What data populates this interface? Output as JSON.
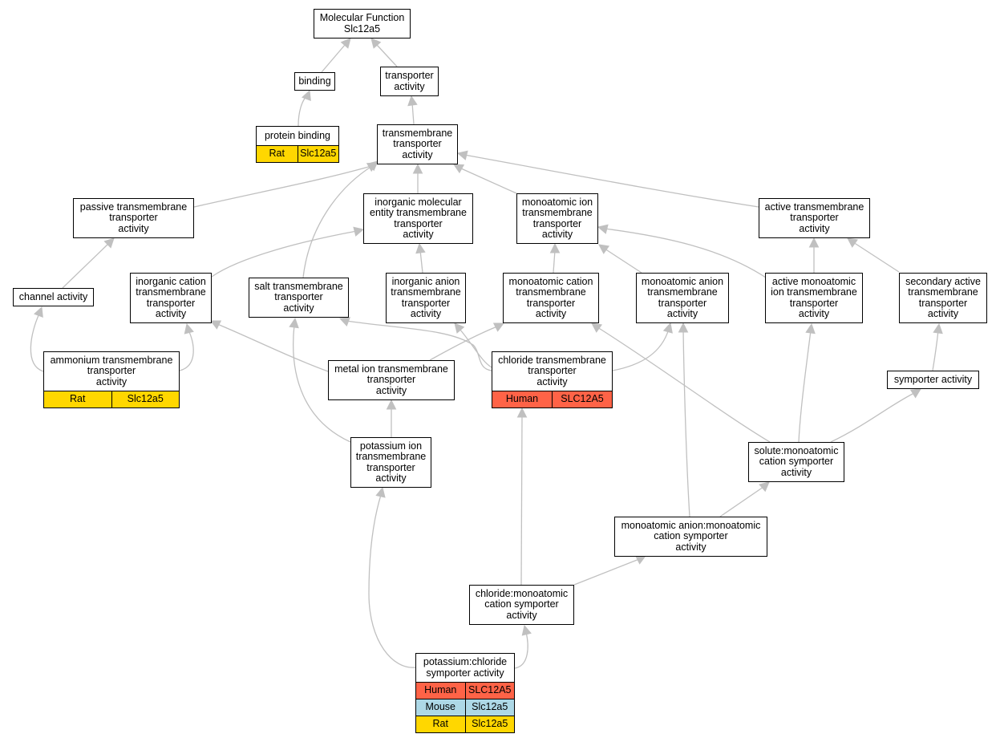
{
  "colors": {
    "edge": "#c0c0c0",
    "human": "#ff6347",
    "mouse": "#add8e6",
    "rat": "#ffd700"
  },
  "nodes": {
    "mf": {
      "label": "Molecular Function\nSlc12a5"
    },
    "binding": {
      "label": "binding"
    },
    "transporter": {
      "label": "transporter\nactivity"
    },
    "protein_binding": {
      "label": "protein binding",
      "rows": [
        {
          "species": "Rat",
          "gene": "Slc12a5"
        }
      ]
    },
    "tm_transporter": {
      "label": "transmembrane\ntransporter\nactivity"
    },
    "passive": {
      "label": "passive transmembrane\ntransporter\nactivity"
    },
    "inorg_mol": {
      "label": "inorganic molecular\nentity transmembrane\ntransporter\nactivity"
    },
    "monoatomic_ion": {
      "label": "monoatomic ion\ntransmembrane\ntransporter\nactivity"
    },
    "active_tm": {
      "label": "active transmembrane\ntransporter\nactivity"
    },
    "channel": {
      "label": "channel activity"
    },
    "inorg_cation": {
      "label": "inorganic cation\ntransmembrane\ntransporter\nactivity"
    },
    "salt": {
      "label": "salt transmembrane\ntransporter\nactivity"
    },
    "inorg_anion": {
      "label": "inorganic anion\ntransmembrane\ntransporter\nactivity"
    },
    "mono_cation": {
      "label": "monoatomic cation\ntransmembrane\ntransporter\nactivity"
    },
    "mono_anion": {
      "label": "monoatomic anion\ntransmembrane\ntransporter\nactivity"
    },
    "active_mono": {
      "label": "active monoatomic\nion transmembrane\ntransporter\nactivity"
    },
    "secondary": {
      "label": "secondary active\ntransmembrane\ntransporter\nactivity"
    },
    "ammonium": {
      "label": "ammonium transmembrane\ntransporter\nactivity",
      "rows": [
        {
          "species": "Rat",
          "gene": "Slc12a5"
        }
      ]
    },
    "metal_ion": {
      "label": "metal ion transmembrane\ntransporter\nactivity"
    },
    "chloride_tm": {
      "label": "chloride transmembrane\ntransporter\nactivity",
      "rows": [
        {
          "species": "Human",
          "gene": "SLC12A5"
        }
      ]
    },
    "symporter": {
      "label": "symporter activity"
    },
    "potassium_ion": {
      "label": "potassium ion\ntransmembrane\ntransporter\nactivity"
    },
    "solute_symp": {
      "label": "solute:monoatomic\ncation symporter\nactivity"
    },
    "anion_cation_symp": {
      "label": "monoatomic anion:monoatomic\ncation symporter\nactivity"
    },
    "chloride_symp": {
      "label": "chloride:monoatomic\ncation symporter\nactivity"
    },
    "kcl_symp": {
      "label": "potassium:chloride\nsymporter activity",
      "rows": [
        {
          "species": "Human",
          "gene": "SLC12A5"
        },
        {
          "species": "Mouse",
          "gene": "Slc12a5"
        },
        {
          "species": "Rat",
          "gene": "Slc12a5"
        }
      ]
    }
  }
}
